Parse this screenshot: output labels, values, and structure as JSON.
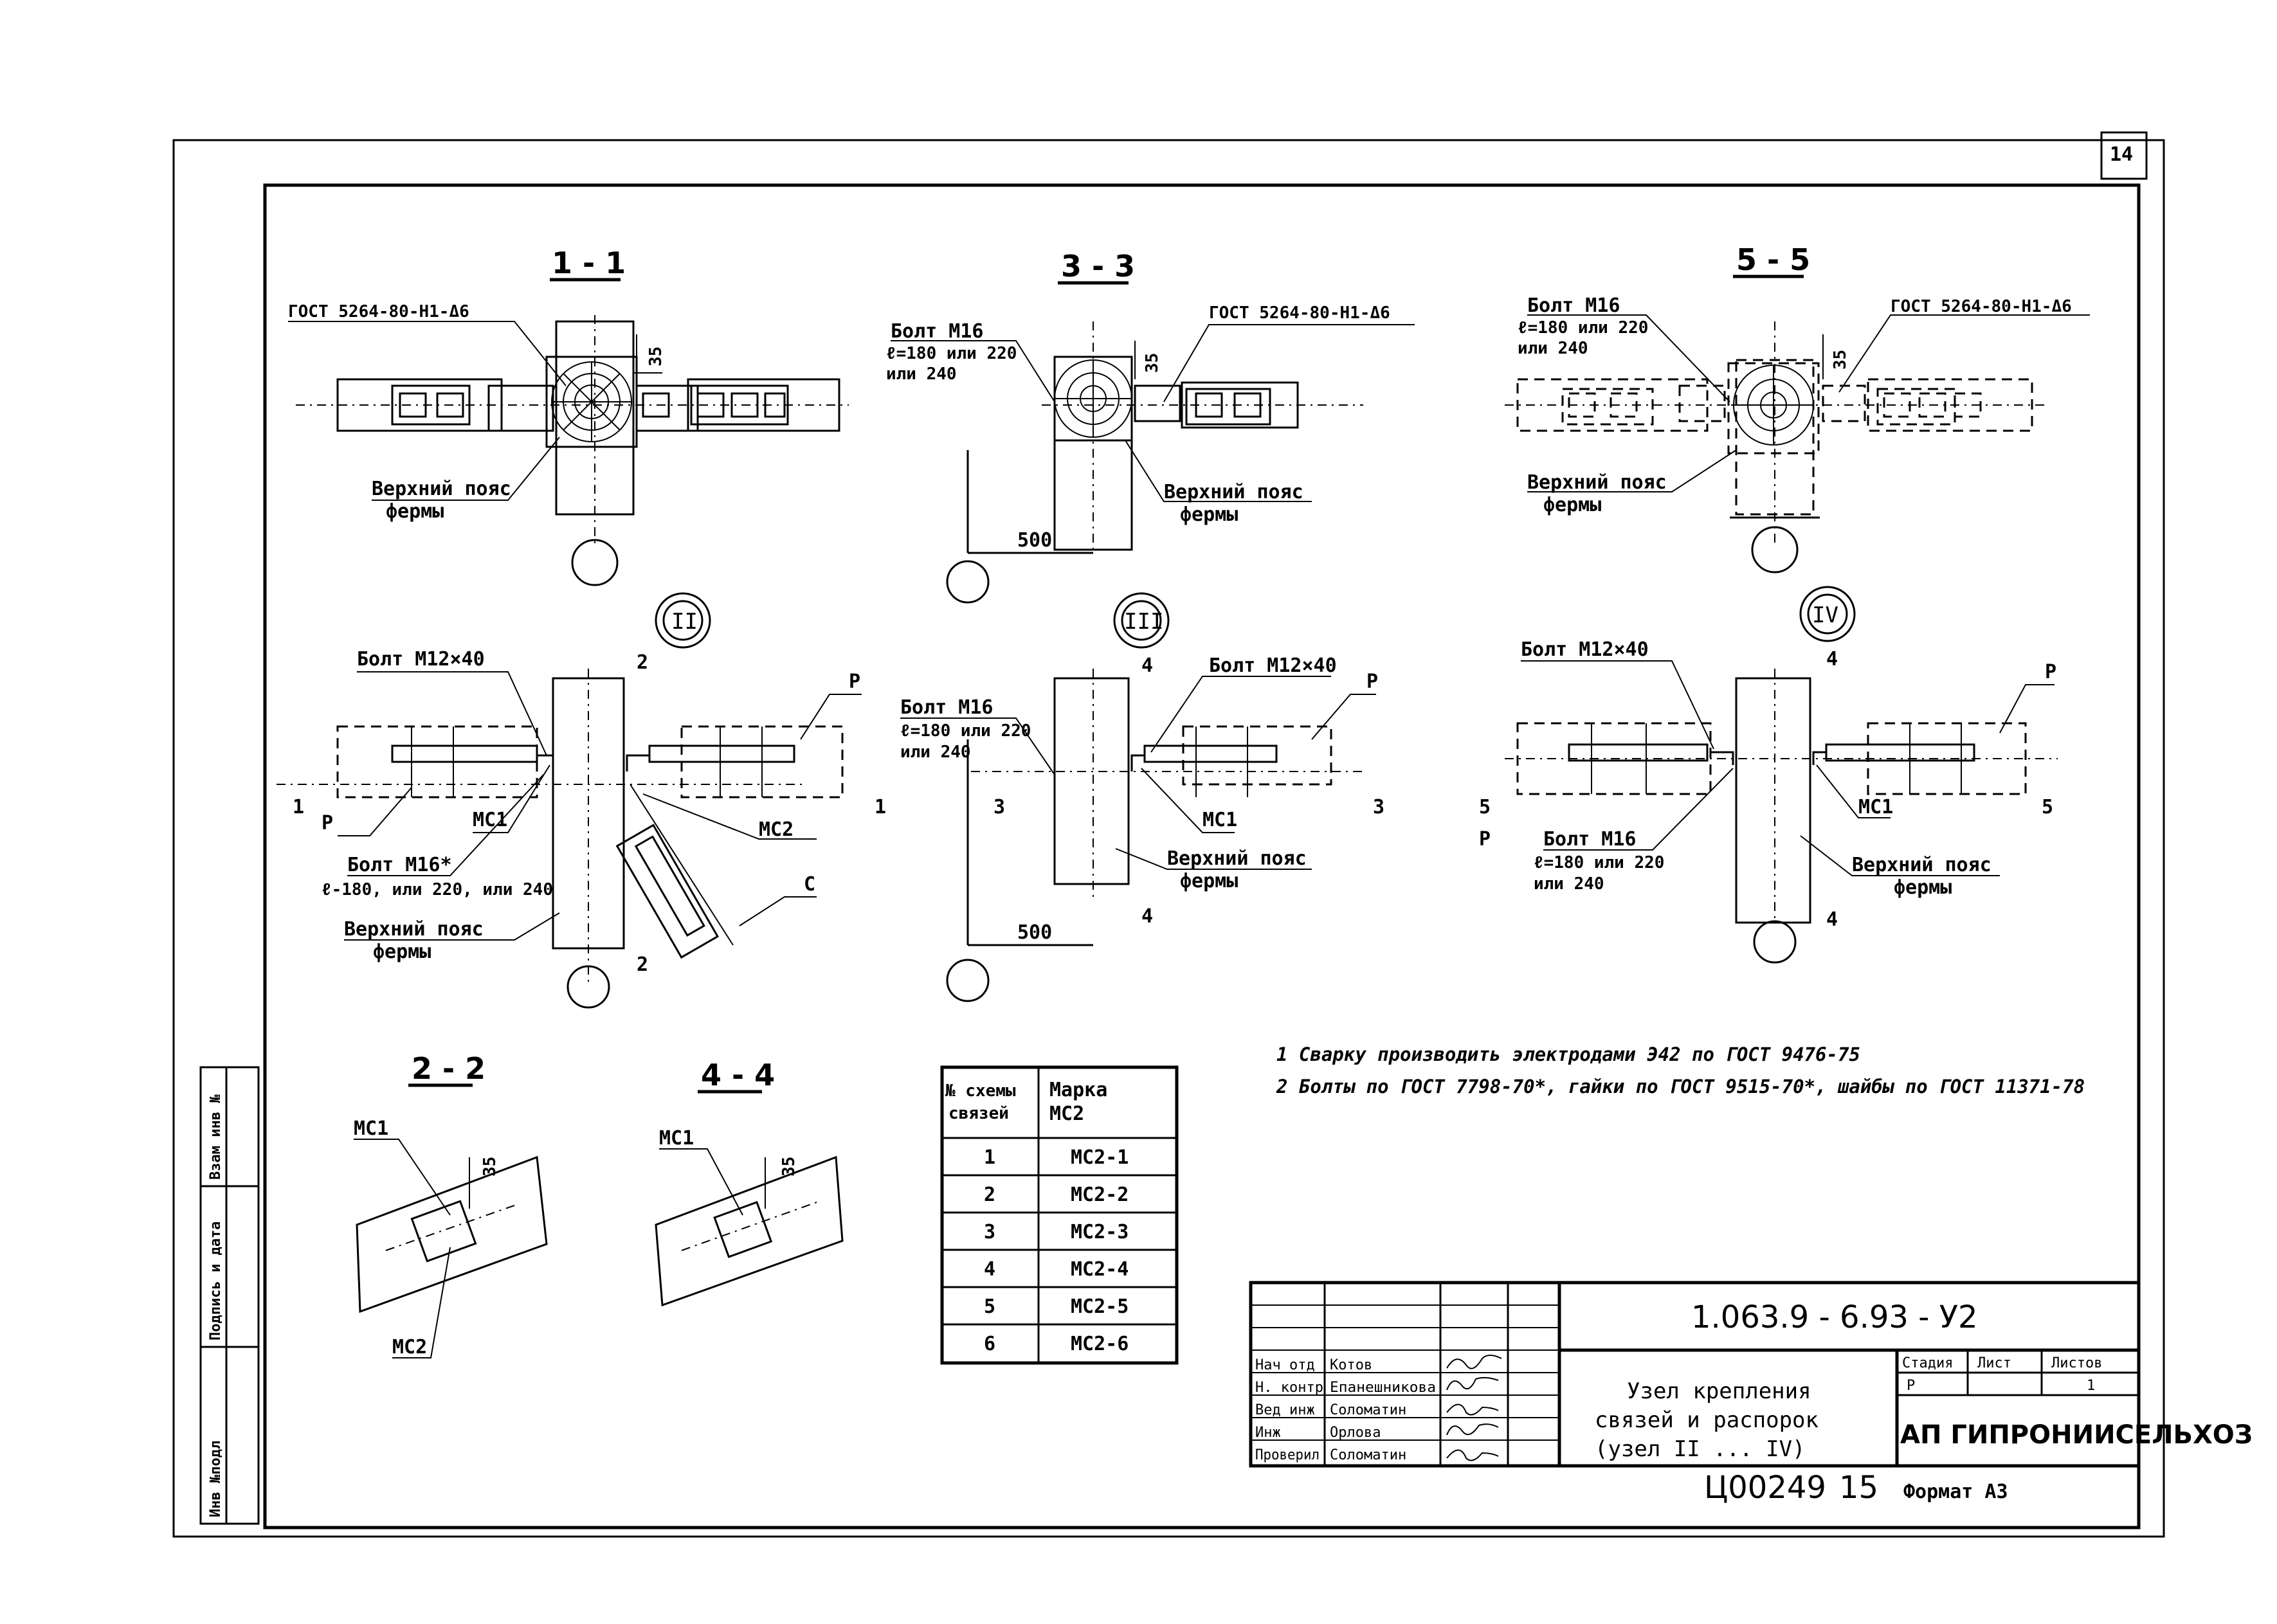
{
  "sheet_number": "14",
  "sections": {
    "s11": {
      "title": "1 - 1",
      "gost": "ГОСТ 5264-80-Н1-Δ6",
      "dim": "35",
      "belt1": "Верхний пояс",
      "belt2": "фермы"
    },
    "s33": {
      "title": "3 - 3",
      "bolt": "Болт М16",
      "bolt_len1": "ℓ=180 или 220",
      "bolt_len2": "или 240",
      "gost": "ГОСТ 5264-80-Н1-Δ6",
      "dim": "35",
      "dim500": "500",
      "belt1": "Верхний пояс",
      "belt2": "фермы"
    },
    "s55": {
      "title": "5 - 5",
      "bolt": "Болт М16",
      "bolt_len1": "ℓ=180 или 220",
      "bolt_len2": "или 240",
      "gost": "ГОСТ 5264-80-Н1-Δ6",
      "dim": "35",
      "belt1": "Верхний пояс",
      "belt2": "фермы"
    },
    "s22": {
      "title": "2 - 2",
      "mc1": "МС1",
      "mc2": "МС2",
      "dim": "35"
    },
    "s44": {
      "title": "4 - 4",
      "mc1": "МС1",
      "dim": "35"
    }
  },
  "nodes": {
    "n2": {
      "roman": "II",
      "bolt12": "Болт М12×40",
      "p": "Р",
      "cut": "1",
      "cut2": "2",
      "mc1": "МС1",
      "mc2": "МС2",
      "bolt16": "Болт М16*",
      "bolt16_len": "ℓ-180, или 220, или 240",
      "belt1": "Верхний пояс",
      "belt2": "фермы",
      "c": "С"
    },
    "n3": {
      "roman": "III",
      "bolt12": "Болт М12×40",
      "bolt16": "Болт М16",
      "len1": "ℓ=180 или 220",
      "len2": "или 240",
      "p": "Р",
      "cut": "3",
      "cut4": "4",
      "mc1": "МС1",
      "belt1": "Верхний пояс",
      "belt2": "фермы",
      "dim500": "500"
    },
    "n4": {
      "roman": "IV",
      "bolt12": "Болт М12×40",
      "bolt16": "Болт М16",
      "len1": "ℓ=180 или 220",
      "len2": "или 240",
      "p": "Р",
      "cut": "5",
      "cut4": "4",
      "mc1": "МС1",
      "belt1": "Верхний пояс",
      "belt2": "фермы"
    }
  },
  "notes": [
    "1  Сварку производить электродами Э42 по ГОСТ 9476-75",
    "2  Болты по ГОСТ 7798-70*, гайки по ГОСТ 9515-70*, шайбы по ГОСТ 11371-78"
  ],
  "table": {
    "header_col1": [
      "№ схемы",
      "связей"
    ],
    "header_col2": [
      "Марка",
      "МС2"
    ],
    "rows": [
      {
        "n": "1",
        "mark": "МС2-1"
      },
      {
        "n": "2",
        "mark": "МС2-2"
      },
      {
        "n": "3",
        "mark": "МС2-3"
      },
      {
        "n": "4",
        "mark": "МС2-4"
      },
      {
        "n": "5",
        "mark": "МС2-5"
      },
      {
        "n": "6",
        "mark": "МС2-6"
      }
    ]
  },
  "stamp": {
    "code": "1.063.9 - 6.93 - У2",
    "title_lines": [
      "Узел крепления",
      "связей и распорок",
      "(узел II ... IV)"
    ],
    "stage_label": "Стадия",
    "sheet_label": "Лист",
    "sheets_label": "Листов",
    "stage": "Р",
    "sheet": "1",
    "org": "АП ГИПРОНИИСЕЛЬХОЗ",
    "people": [
      {
        "role": "Нач отд",
        "name": "Котов"
      },
      {
        "role": "Н. контр",
        "name": "Епанешникова"
      },
      {
        "role": "Вед инж",
        "name": "Соломатин"
      },
      {
        "role": "Инж",
        "name": "Орлова"
      },
      {
        "role": "Проверил",
        "name": "Соломатин"
      }
    ],
    "archive": "Ц00249",
    "copy_no": "15",
    "format": "Формат А3"
  },
  "side_strip": [
    "Инв №подл",
    "Подпись и дата",
    "Взам инв №"
  ]
}
